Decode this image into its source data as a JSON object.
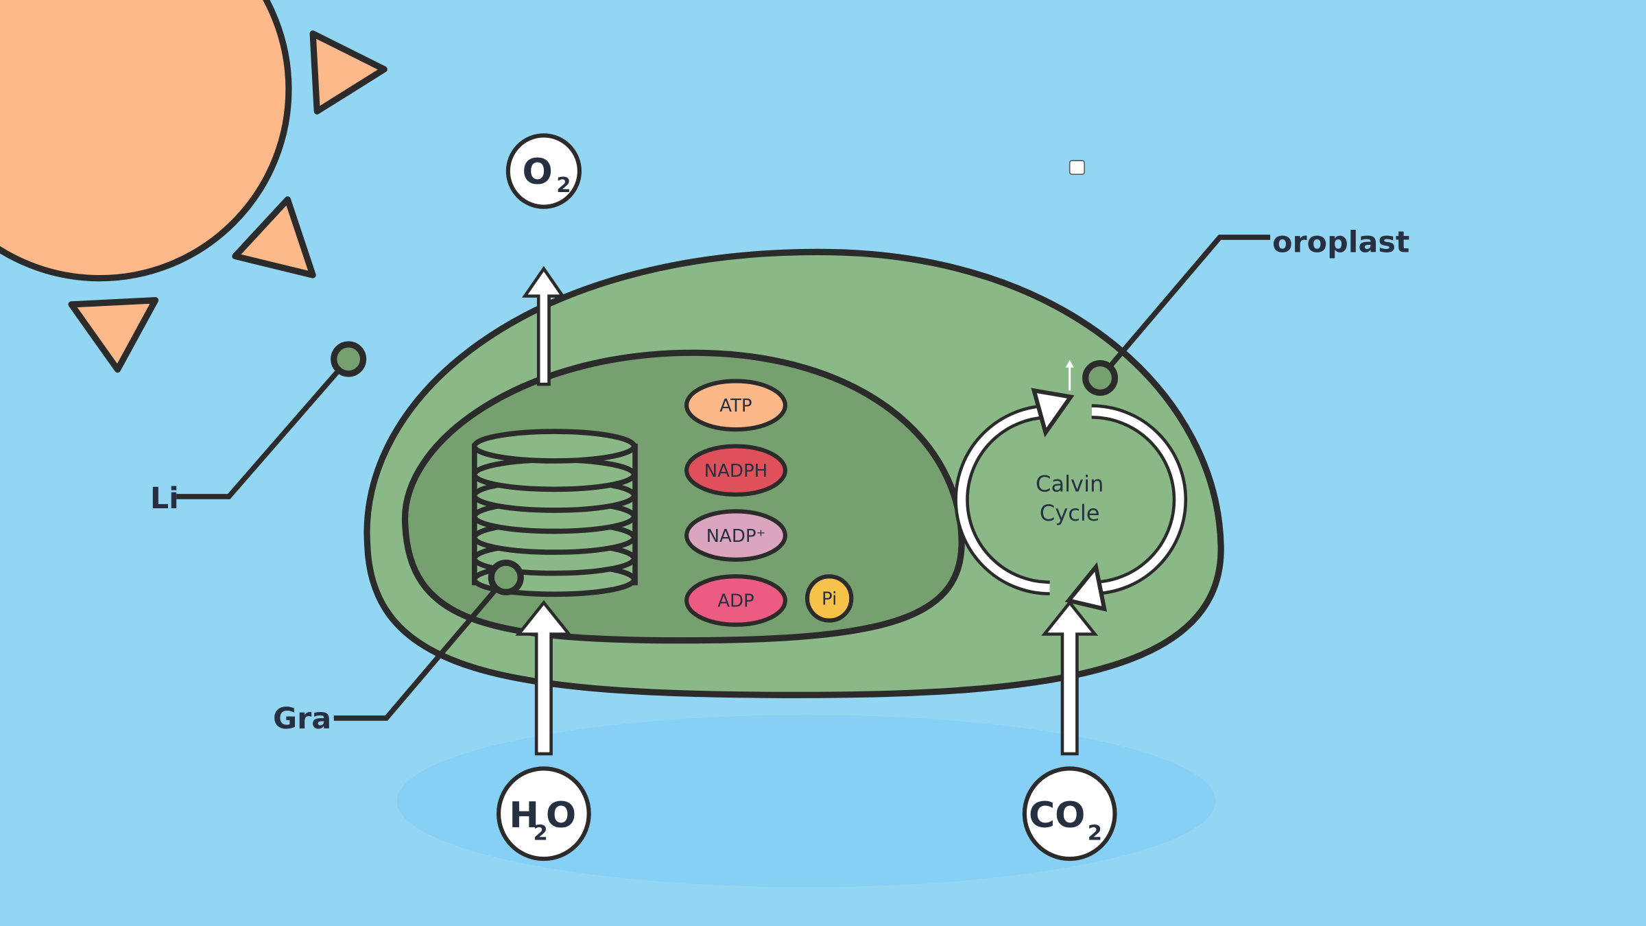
{
  "labels": {
    "light": "Li",
    "grana": "Gra",
    "chloroplast": "oroplast"
  },
  "molecules": {
    "atp": "ATP",
    "nadph": "NADPH",
    "nadp_plus": "NADP⁺",
    "adp": "ADP",
    "pi": "Pi"
  },
  "calvin": {
    "line1": "Calvin",
    "line2": "Cycle"
  },
  "inputs": {
    "o2": {
      "main": "O",
      "sub": "2"
    },
    "h2o": {
      "main1": "H",
      "sub": "2",
      "main2": "O"
    },
    "co2": {
      "main": "CO",
      "sub": "2"
    }
  },
  "colors": {
    "background": "#93d6f4",
    "sun": "#fdb98a",
    "stroma": "#8bb887",
    "thylakoid_region": "#76a070",
    "atp": "#fbb98a",
    "nadph": "#e0505a",
    "nadp_plus": "#dba5c0",
    "adp": "#ec5c82",
    "pi": "#f6c24a"
  }
}
